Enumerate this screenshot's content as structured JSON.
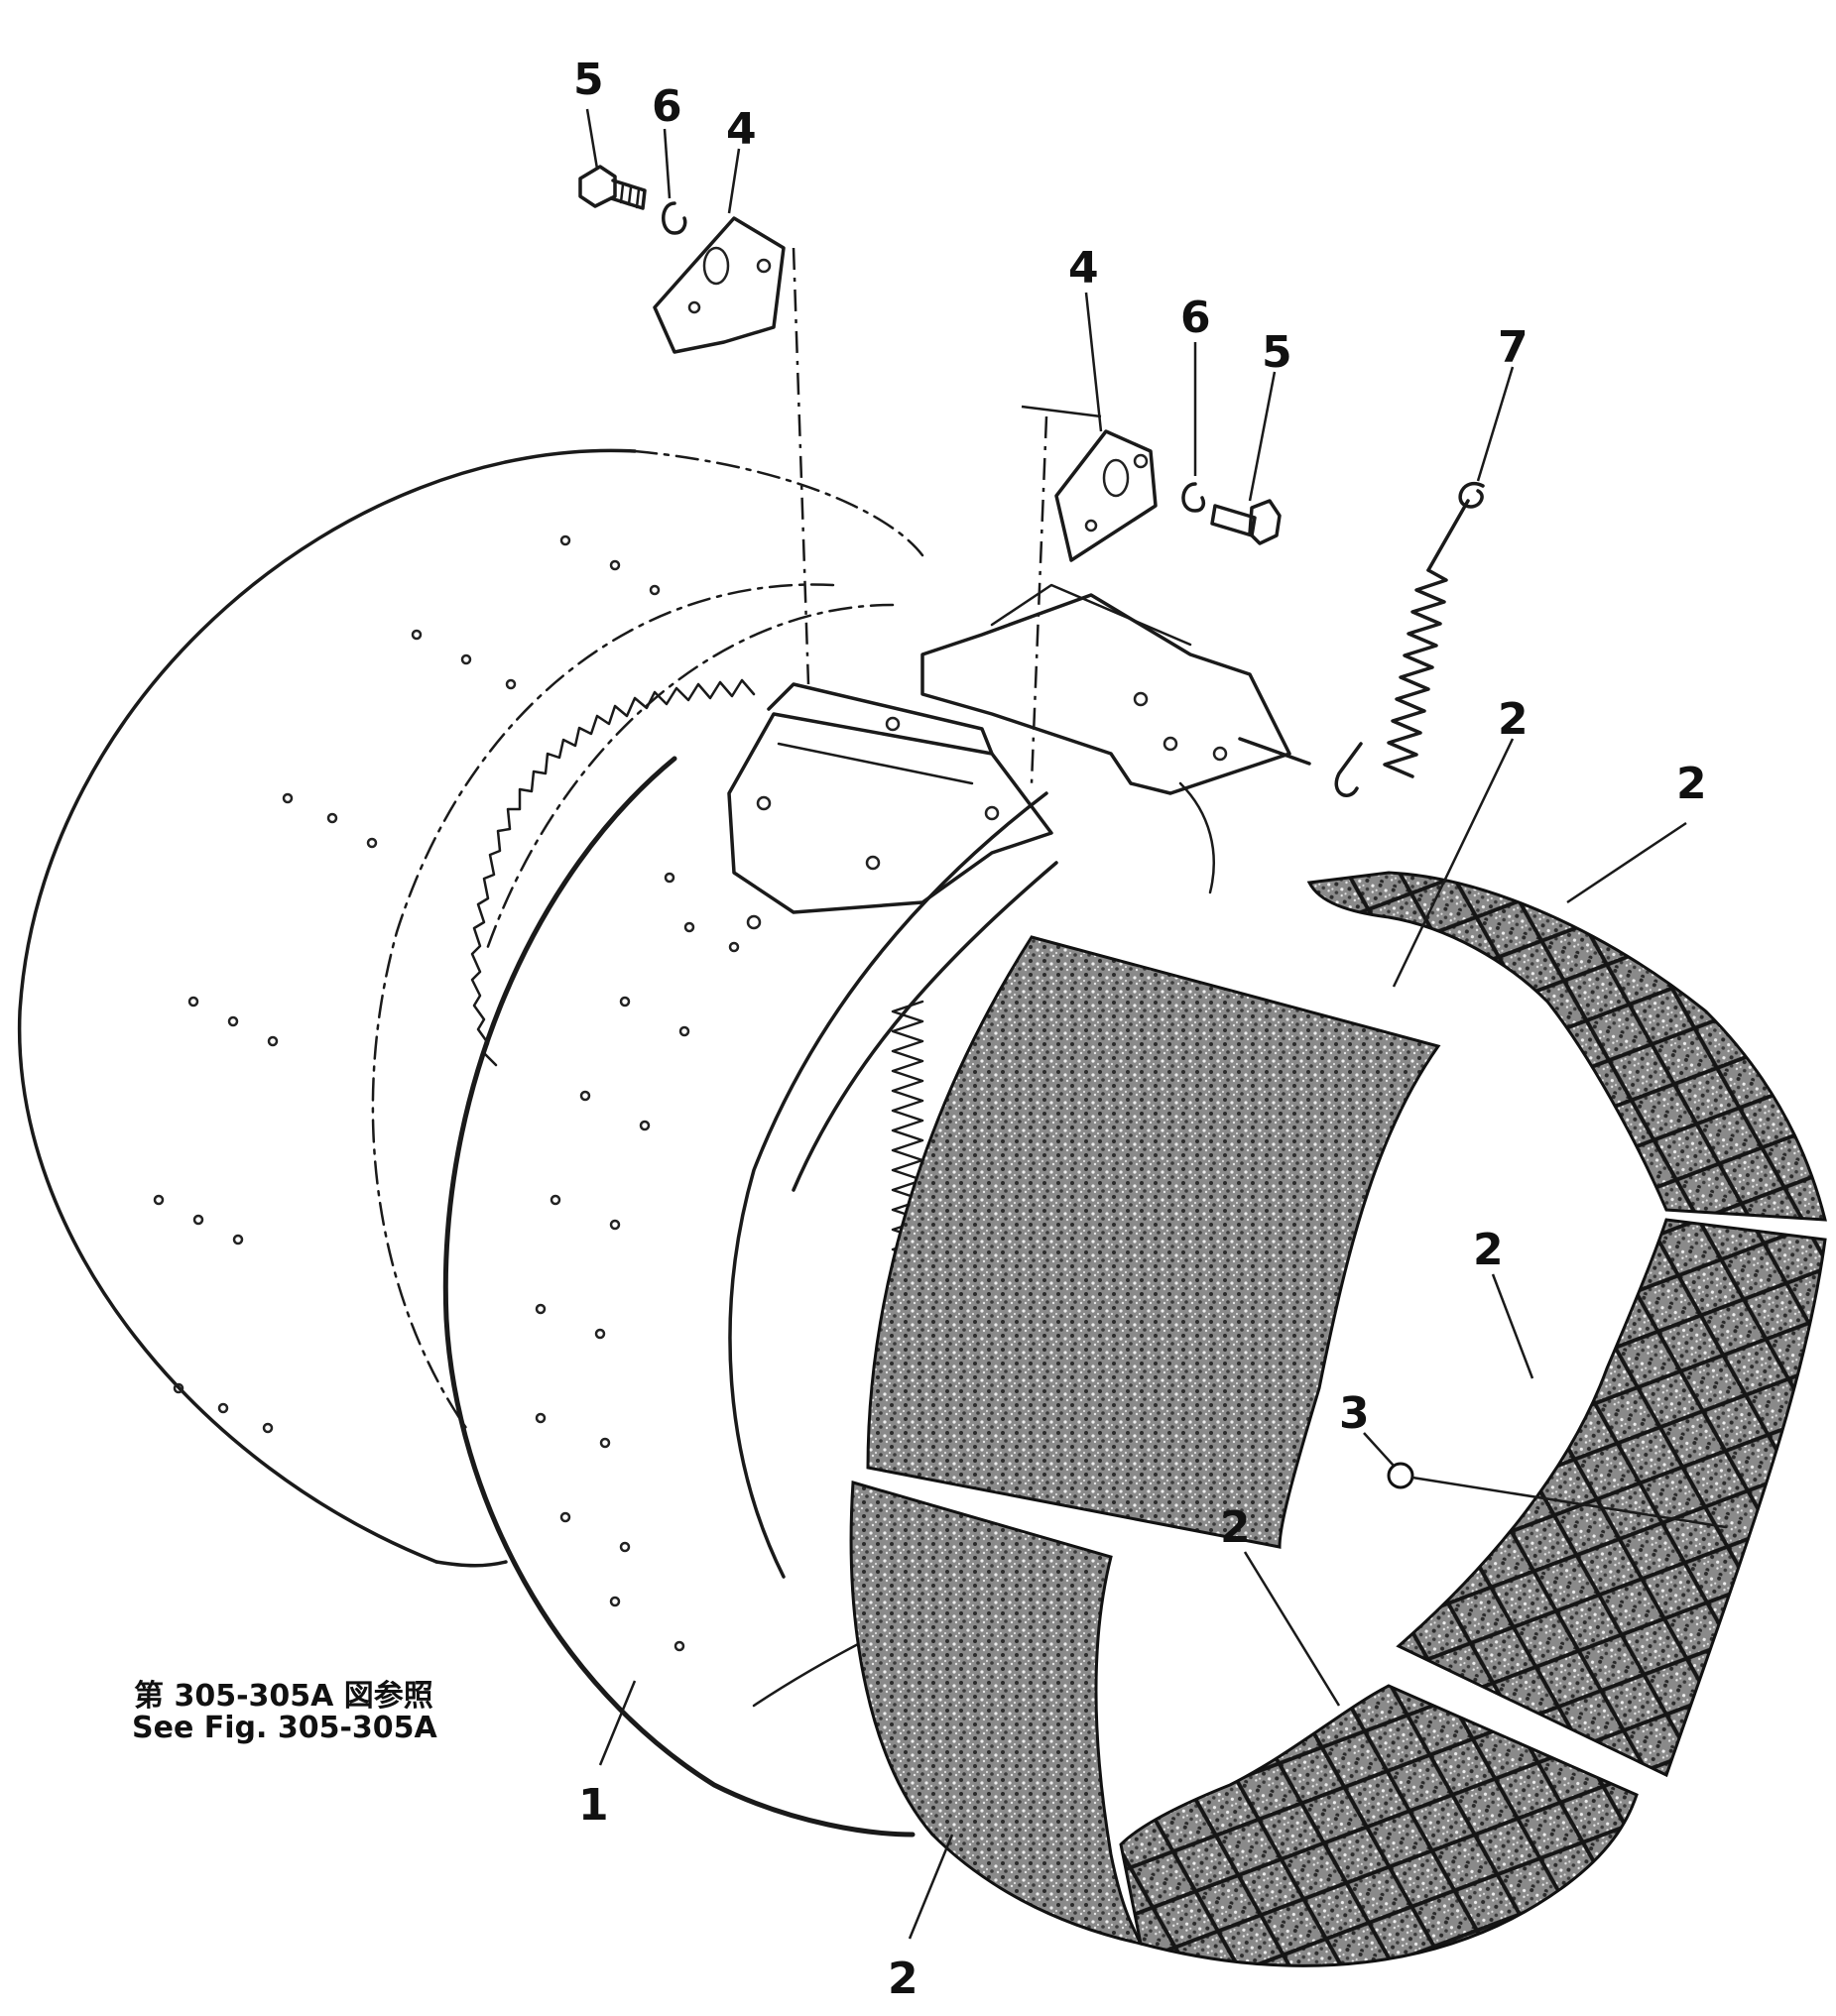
{
  "figure": {
    "reference": {
      "jp": "第 305-305A 図参照",
      "en": "See  Fig. 305-305A"
    },
    "callouts": [
      {
        "id": "c5a",
        "label": "5"
      },
      {
        "id": "c6a",
        "label": "6"
      },
      {
        "id": "c4a",
        "label": "4"
      },
      {
        "id": "c4b",
        "label": "4"
      },
      {
        "id": "c6b",
        "label": "6"
      },
      {
        "id": "c5b",
        "label": "5"
      },
      {
        "id": "c7",
        "label": "7"
      },
      {
        "id": "c2a",
        "label": "2"
      },
      {
        "id": "c2b",
        "label": "2"
      },
      {
        "id": "c2c",
        "label": "2"
      },
      {
        "id": "c3",
        "label": "3"
      },
      {
        "id": "c2d",
        "label": "2"
      },
      {
        "id": "c1",
        "label": "1"
      },
      {
        "id": "c2e",
        "label": "2"
      }
    ]
  },
  "colors": {
    "ink": "#1a1a1a",
    "lining_fill": "#6e6e6e",
    "paper": "#ffffff"
  }
}
